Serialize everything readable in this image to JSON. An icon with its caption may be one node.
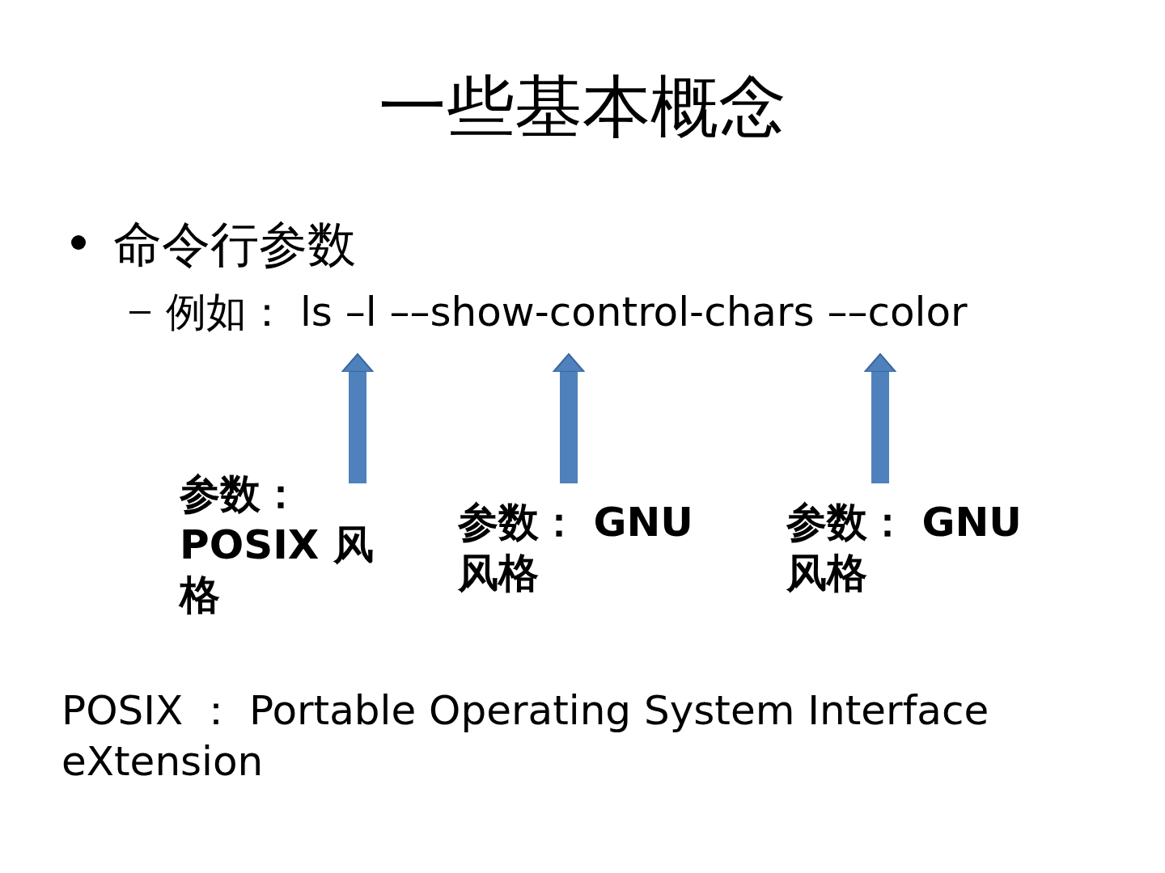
{
  "diagram": {
    "title": "一些基本概念",
    "nodes": [
      {
        "text": [
          "参数：POSIX 风格"
        ]
      },
      {
        "text": [
          "参数： GNU 风格"
        ]
      },
      {
        "text": [
          "参数： GNU 风格"
        ]
      }
    ],
    "edges": [
      {
        "from": 0,
        "to": null,
        "arrow": "to"
      },
      {
        "from": 1,
        "to": null,
        "arrow": "to"
      },
      {
        "from": 2,
        "to": null,
        "arrow": "to"
      }
    ],
    "labels": [
      "命令行参数",
      "例如： ls –l ––show-control-chars ––color",
      "POSIX ： Portable Operating System Interface eXtension"
    ]
  }
}
